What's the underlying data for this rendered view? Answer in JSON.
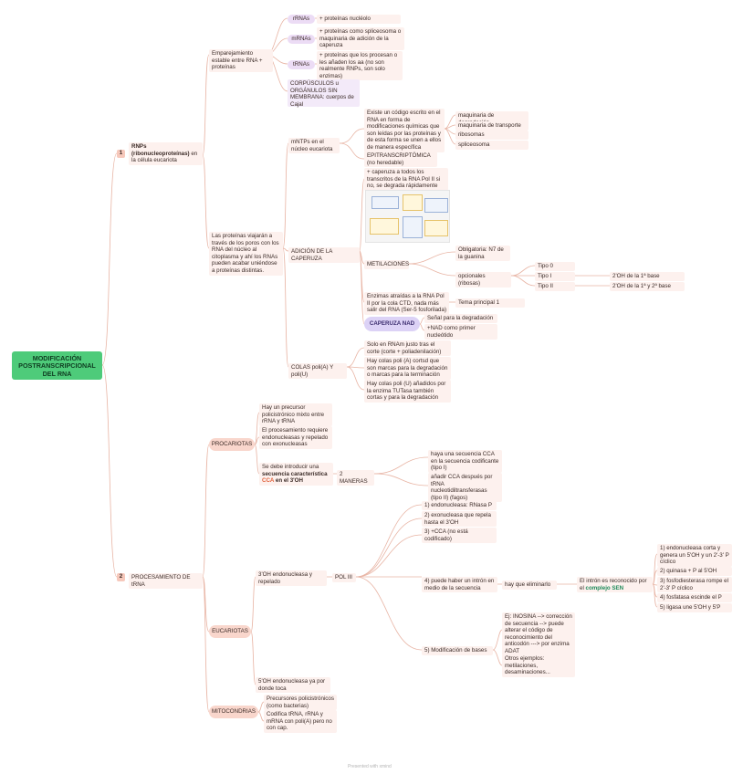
{
  "root": "MODIFICACIÓN POSTRANSCRIPCIONAL DEL RNA",
  "branch1": {
    "num": "1",
    "title_bold": "RNPs (ribonucleoproteínas)",
    "title_rest": " en la célula eucariota",
    "pairing": "Emparejamiento estable entre RNA + proteínas",
    "rnas": [
      {
        "tag": "rRNAs",
        "text": "+ proteínas nucléolo"
      },
      {
        "tag": "mRNAs",
        "text": "+ proteínas como spliceosoma o maquinaria de adición de la caperuza"
      },
      {
        "tag": "tRNAs",
        "text": "+ proteínas que los procesan o les añaden los aa (no son realmente RNPs, son solo enzimas)"
      }
    ],
    "corpusculos": "CORPÚSCULOS u ORGÁNULOS SIN MEMBRANA: cuerpos de Cajal",
    "travel": "Las proteínas viajarán a través de los poros con los RNA del núcleo al citoplasma y ahí los RNAs pueden acabar uniéndose a proteínas distintas.",
    "mntps": "mNTPs en el núcleo eucariota",
    "code": "Existe un código escrito en el RNA en forma de modificaciones químicas que son leídas por las proteínas y de esta forma se unen a ellos de manera específica",
    "machinery": [
      "maquinaria de degradación",
      "maquinaria de transporte",
      "ribosomas",
      "spliceosoma"
    ],
    "epi": "EPITRANSCRIPTÓMICA (no heredable)",
    "caperuza": "ADICIÓN DE LA CAPERUZA",
    "cap_desc": "+ caperuza a todos los transcritos de la RNA Pol II si no, se degrada rápidamente",
    "metilaciones": "METILACIONES",
    "obligatoria": "Obligatoria: N7 de la guanina",
    "opcionales": "opcionales (ribosas)",
    "tipos": [
      "Tipo 0",
      "Tipo I",
      "Tipo II"
    ],
    "tipo_desc": [
      "2'OH de la 1ª base",
      "2'OH de la 1ª y 2ª base"
    ],
    "enzimas": "Enzimas atraídas a la RNA Pol II por la cola CTD, nada más salir del RNA (Ser-5 fosforilada)",
    "tema": "Tema principal 1",
    "nad": "CAPERUZA NAD",
    "nad_items": [
      "Señal para la degradación",
      "+NAD como primer nucleótido"
    ],
    "colas": "COLAS poli(A) Y poli(U)",
    "colas_items": [
      "Solo en RNAm justo tras el corte (corte + poliadenilación)",
      "Hay colas poli (A) cortsd que son marcas para la degradación o marcas para la terminación",
      "Hay colas poli (U) añadidos por la enzima TUTasa también cortas y para la degradación"
    ]
  },
  "branch2": {
    "num": "2",
    "title": "PROCESAMIENTO DE tRNA",
    "procariotas": "PROCARIOTAS",
    "proc_items": [
      "Hay un precursor policistrónico mixto entre rRNA y tRNA",
      "El procesamiento requiere endonucleasas y repelado con exonucleasas"
    ],
    "cca_pre": "Se debe introducir una ",
    "cca_bold": "secuencia característica ",
    "cca_orange": "CCA",
    "cca_end": " en el 3'OH",
    "maneras": "2 MANERAS",
    "maneras_items": [
      "haya una secuencia CCA en la secuencia codificante (tipo I)",
      "añadir CCA después por tRNA nucleotidiltransferasas (tipo II) (fagos)"
    ],
    "eucariotas": "EUCARIOTAS",
    "endo": "3'OH endonucleasa y repelado",
    "pol": "POL III",
    "steps": [
      "1) endonucleasa: RNasa P",
      "2) exonucleasa que repela hasta el 3'OH",
      "3) +CCA (no está codificado)",
      "4) puede haber un intrón en medio de la secuencia",
      "5) Modificación de bases"
    ],
    "eliminarlo": "hay que eliminarlo",
    "sen_pre": "El intrón es reconocido por el ",
    "sen_green": "complejo SEN",
    "sen_steps": [
      "1) endonucleasa corta y genera un 5'OH y un 2'-3' P cíclico",
      "2) quinasa + P al 5'OH",
      "3) fosfodiesterasa rompe el 2'-3' P cíclico",
      "4) fosfatasa escinde el P",
      "5) ligasa une 5'OH y 5'P"
    ],
    "bases_items": [
      "Ej: INOSINA --> corrección de secuencia --> puede alterar el código de reconocimiento del anticodón ---> por enzima ADAT",
      "Otros ejemplos: metilaciones, desaminaciones..."
    ],
    "endo2": "5'OH endonucleasa ya por donde toca",
    "mito": "MITOCONDRIAS",
    "mito_items": [
      "Precursores policistrónicos (como bacterias)",
      "Codifica tRNA, rRNA y mRNA con poli(A) pero no con cap."
    ]
  },
  "footer": "Presented with xmind",
  "colors": {
    "root": "#4ecb7a",
    "line": "#e8b4a4",
    "node": "#fdf1ee",
    "accent_green": "#1e8a5a",
    "accent_orange": "#e0603b"
  }
}
